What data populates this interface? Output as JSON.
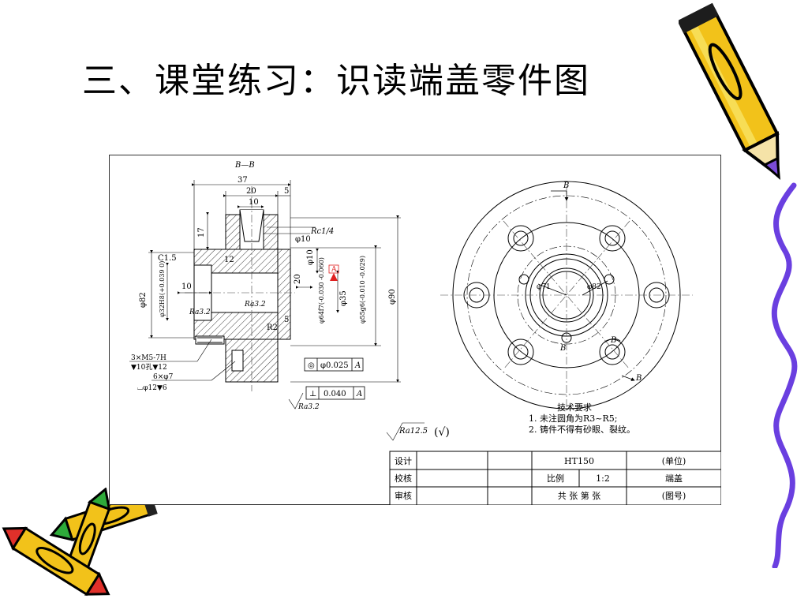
{
  "slide": {
    "title": "三、课堂练习：识读端盖零件图"
  },
  "drawing": {
    "section_label": "B—B",
    "dims_top": [
      "37",
      "20",
      "5",
      "10"
    ],
    "thread_label": "Rc1/4",
    "phi10_top": "φ10",
    "chamfer": "C1.5",
    "dim_12": "12",
    "dim_17": "17",
    "dim_10_left": "10",
    "dim_20_mid": "20",
    "dim_5_mid": "5",
    "phi10_right": "φ10",
    "datum": "A",
    "phi82": "φ82",
    "phi32": "φ32H8(+0.039 0)",
    "phi64": "φ64f7(-0.030 -0.060)",
    "phi35": "φ35",
    "phi55": "φ55g6(-0.010 -0.029)",
    "phi90": "φ90",
    "ra32_left": "Ra3.2",
    "ra32_mid": "Ra3.2",
    "r2": "R2",
    "tol_concentric": "φ0.025",
    "tol_concentric_datum": "A",
    "tol_perp": "0.040",
    "tol_perp_datum": "A",
    "ra32_bottom": "Ra3.2",
    "holes_spec_1": "3×M5-7H",
    "holes_spec_2": "▼10孔▼12",
    "holes_spec_3": "6×φ7",
    "holes_spec_4": "⌴φ12▼6",
    "general_ra": "Ra12.5",
    "general_ra_suffix": "(√)",
    "view_b_top": "B",
    "view_b_mid": "B",
    "view_b_right": "B",
    "view_b_arrow": "B",
    "phi71": "φ71",
    "phi82_right": "φ82",
    "tech_title": "技术要求",
    "tech_1": "1. 未注圆角为R3~R5;",
    "tech_2": "2. 铸件不得有砂眼、裂纹。"
  },
  "title_block": {
    "r1": [
      "设计",
      "",
      "",
      "HT150",
      "(单位)"
    ],
    "r2": [
      "校核",
      "",
      "",
      "比例",
      "1:2",
      "端盖"
    ],
    "r3": [
      "审核",
      "",
      "",
      "共 张 第 张",
      "(图号)"
    ]
  }
}
